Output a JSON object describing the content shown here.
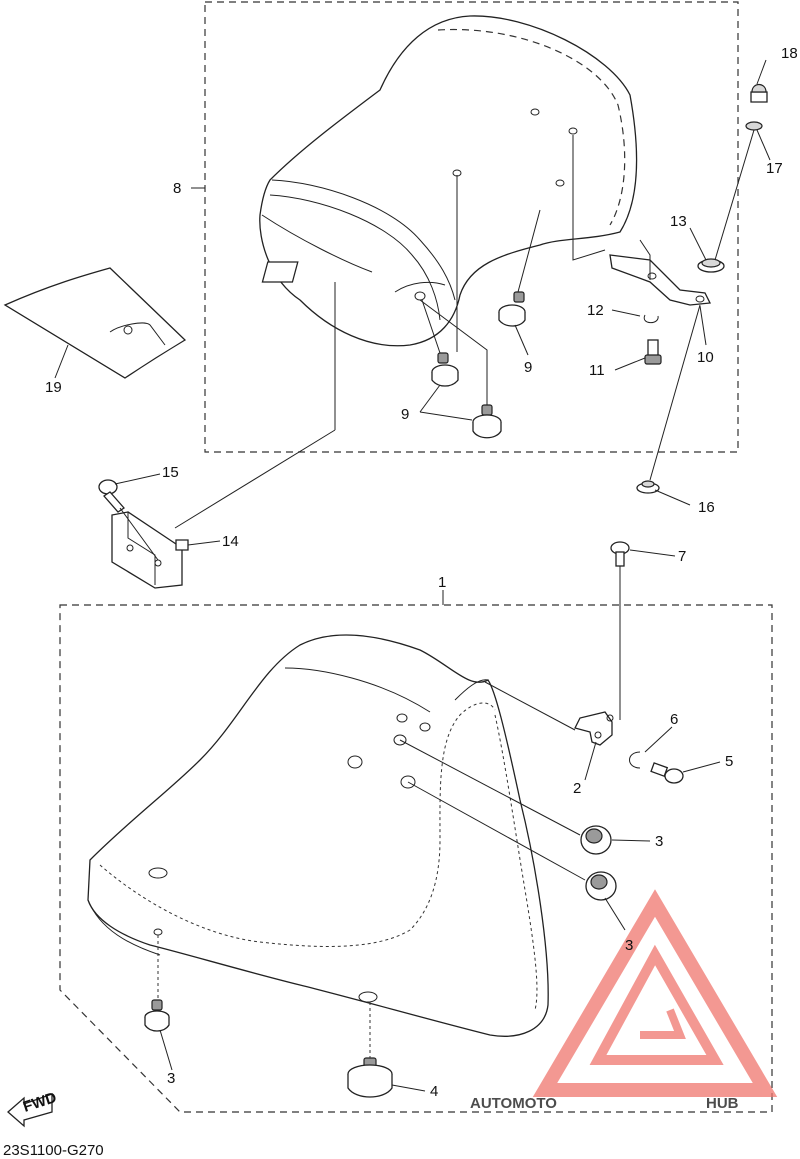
{
  "diagram_code": "23S1100-G270",
  "fwd_label": "FWD",
  "watermark": {
    "part1": "AUTOMOTO",
    "part2": "HUB",
    "accent_color": "#f0766e",
    "text_color": "#f2a96a",
    "gray_color": "#9a9a9a"
  },
  "callouts": {
    "c1": "1",
    "c2": "2",
    "c3a": "3",
    "c3b": "3",
    "c3c": "3",
    "c4": "4",
    "c5": "5",
    "c6": "6",
    "c7": "7",
    "c8": "8",
    "c9a": "9",
    "c9b": "9",
    "c10": "10",
    "c11": "11",
    "c12": "12",
    "c13": "13",
    "c14": "14",
    "c15": "15",
    "c16": "16",
    "c17": "17",
    "c18": "18",
    "c19": "19"
  }
}
